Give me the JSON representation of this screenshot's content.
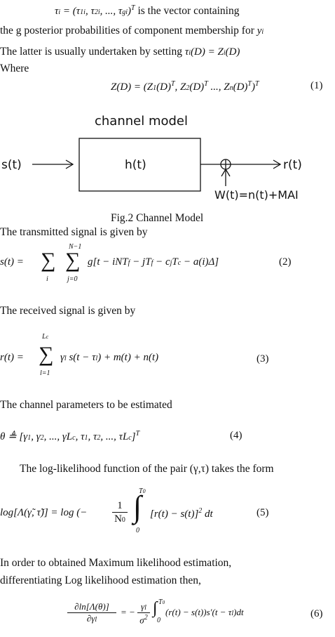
{
  "line1_eq": "τ",
  "line1_eq_full": "τ_i = (τ_1i, τ_2i, ..., τ_gi)^T",
  "line1_text": "is the vector containing",
  "line2_text": "the g posterior probabilities of component membership for",
  "line2_var": "y",
  "line3_text": "The latter is usually undertaken by setting",
  "line3_eq": "τ_i(D) = Z_i(D)",
  "where": "Where",
  "eq1": "Z(D) = (Z_1(D)^T, Z_2(D)^T ..., Z_n(D)^T)^T",
  "eq1_num": "(1)",
  "diagram": {
    "title": "channel model",
    "input": "s(t)",
    "block": "h(t)",
    "output": "r(t)",
    "noise": "W(t)=n(t)+MAI"
  },
  "fig_caption": "Fig.2 Channel Model",
  "trans_text": "The transmitted signal is given by",
  "eq2": "s(t) = Σ_i Σ_{j=0}^{N-1} g[t − iNT_f − jT_f − c_jT_c − a(i)Δ]",
  "eq2_num": "(2)",
  "recv_text": "The received signal is given by",
  "eq3": "r(t) = Σ_{l=1}^{L_c} γ_l s(t − τ_l) + m(t) + n(t)",
  "eq3_num": "(3)",
  "params_text": "The channel parameters to be estimated",
  "eq4": "θ ≜ [γ_1, γ_2, ..., γL_c, τ_1, τ_2, ..., τL_c]^T",
  "eq4_num": "(4)",
  "loglik_text": "The log-likelihood function of the pair (γ,τ) takes the form",
  "eq5_num": "(5)",
  "ml_text1": "In order to obtained Maximum likelihood estimation,",
  "ml_text2": "differentiating Log likelihood estimation then,",
  "eq6_num": "(6)"
}
